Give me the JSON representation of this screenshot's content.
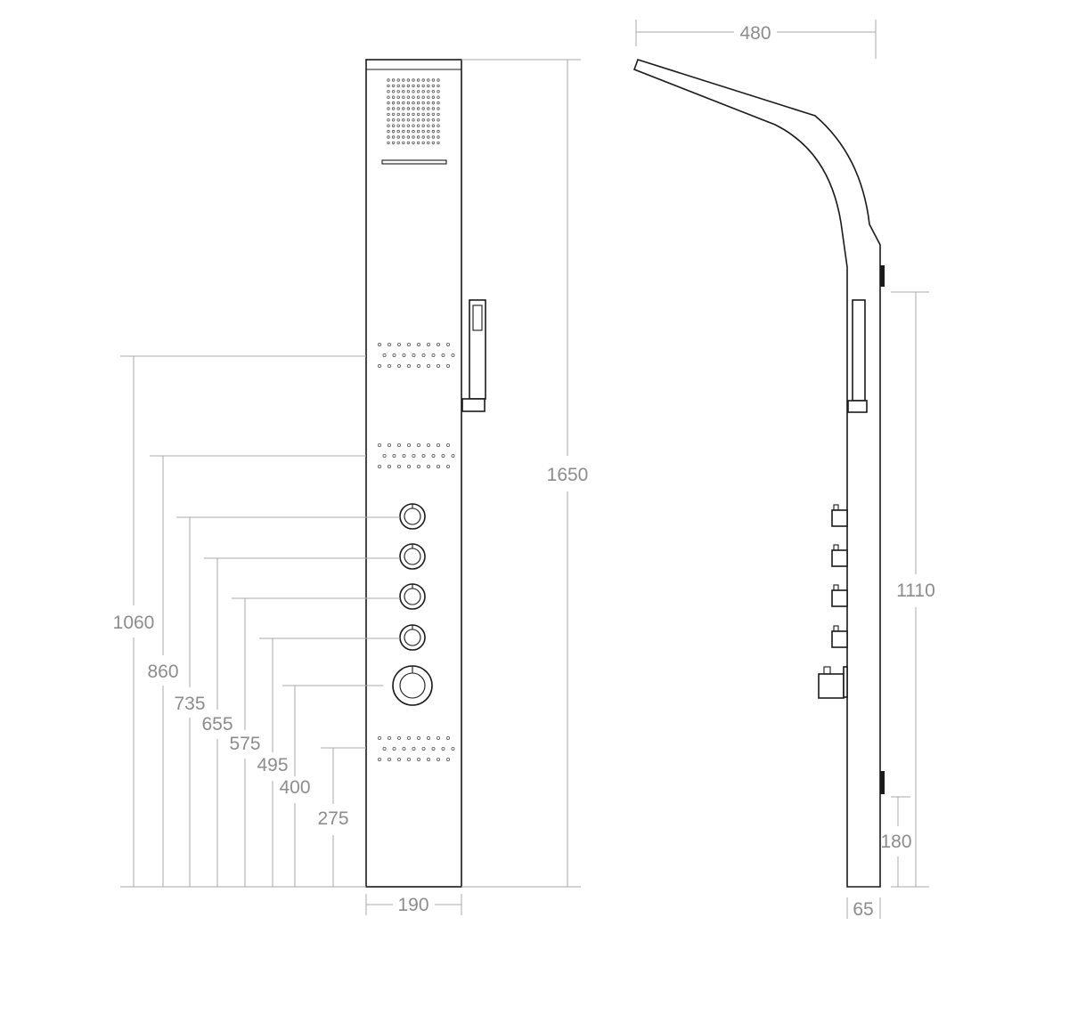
{
  "front_view": {
    "height_labels": {
      "total": "1650",
      "h1060": "1060",
      "h860": "860",
      "h735": "735",
      "h655": "655",
      "h575": "575",
      "h495": "495",
      "h400": "400",
      "h275": "275"
    },
    "width_label": "190"
  },
  "side_view": {
    "depth_label": "480",
    "height_1110": "1110",
    "height_180": "180",
    "thickness_label": "65"
  },
  "colors": {
    "dimension_text": "#8c8c8c",
    "dimension_line": "#a8a8a8",
    "outline": "#1a1a1a"
  }
}
